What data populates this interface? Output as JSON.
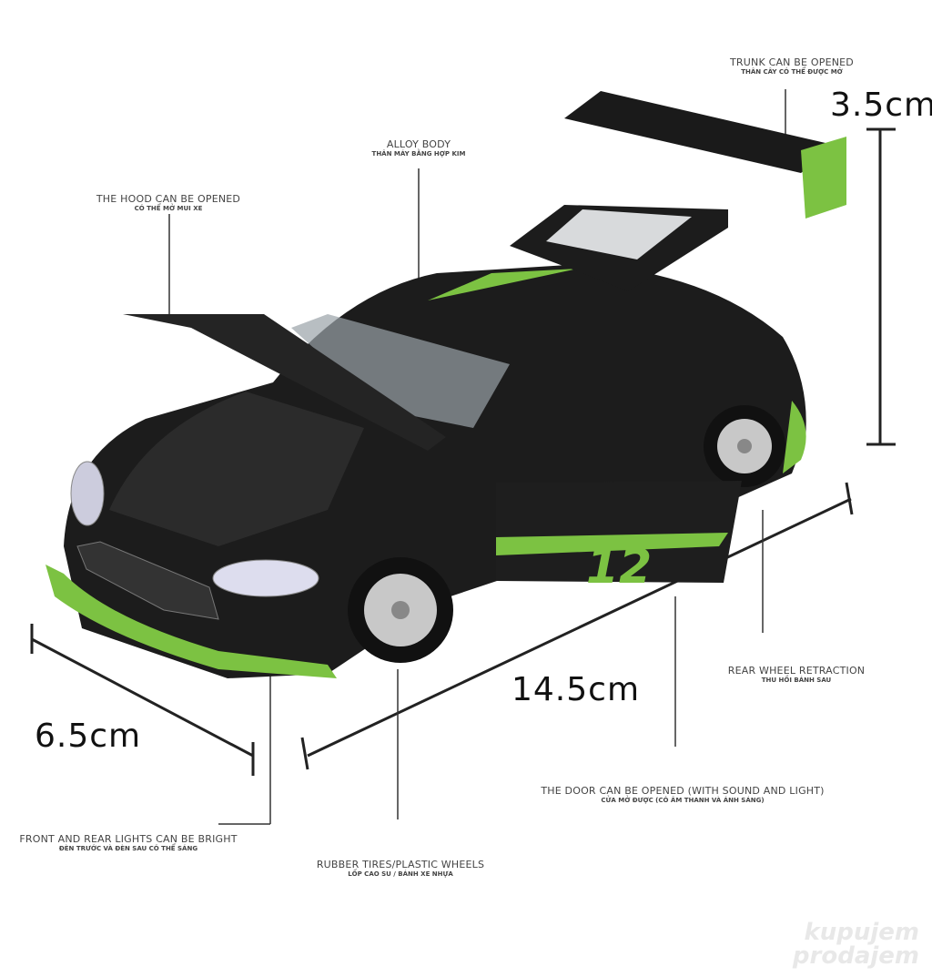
{
  "callouts": {
    "trunk": {
      "en": "TRUNK CAN BE OPENED",
      "vi": "THÂN CÂY CÓ THỂ ĐƯỢC MỞ"
    },
    "alloy": {
      "en": "ALLOY BODY",
      "vi": "THÂN MÁY BẰNG HỢP KIM"
    },
    "hood": {
      "en": "THE HOOD CAN BE OPENED",
      "vi": "CÓ THỂ MỞ MUI XE"
    },
    "rear_wheel": {
      "en": "REAR WHEEL RETRACTION",
      "vi": "THU HỒI BÁNH SAU"
    },
    "door": {
      "en": "THE DOOR CAN BE OPENED (WITH SOUND AND LIGHT)",
      "vi": "CỬA MỞ ĐƯỢC (CÓ ÂM THANH VÀ ÁNH SÁNG)"
    },
    "lights": {
      "en": "FRONT AND REAR LIGHTS CAN BE BRIGHT",
      "vi": "ĐÈN TRƯỚC VÀ ĐÈN SAU CÓ THỂ SÁNG"
    },
    "tires": {
      "en": "RUBBER TIRES/PLASTIC WHEELS",
      "vi": "LỐP CAO SU / BÁNH XE NHỰA"
    }
  },
  "dimensions": {
    "height": "3.5cm",
    "length": "14.5cm",
    "width": "6.5cm"
  },
  "car": {
    "number": "12",
    "body_color": "#1c1c1c",
    "accent_color": "#7cc242"
  },
  "watermark": {
    "line1": "kupujem",
    "line2": "prodajem"
  }
}
